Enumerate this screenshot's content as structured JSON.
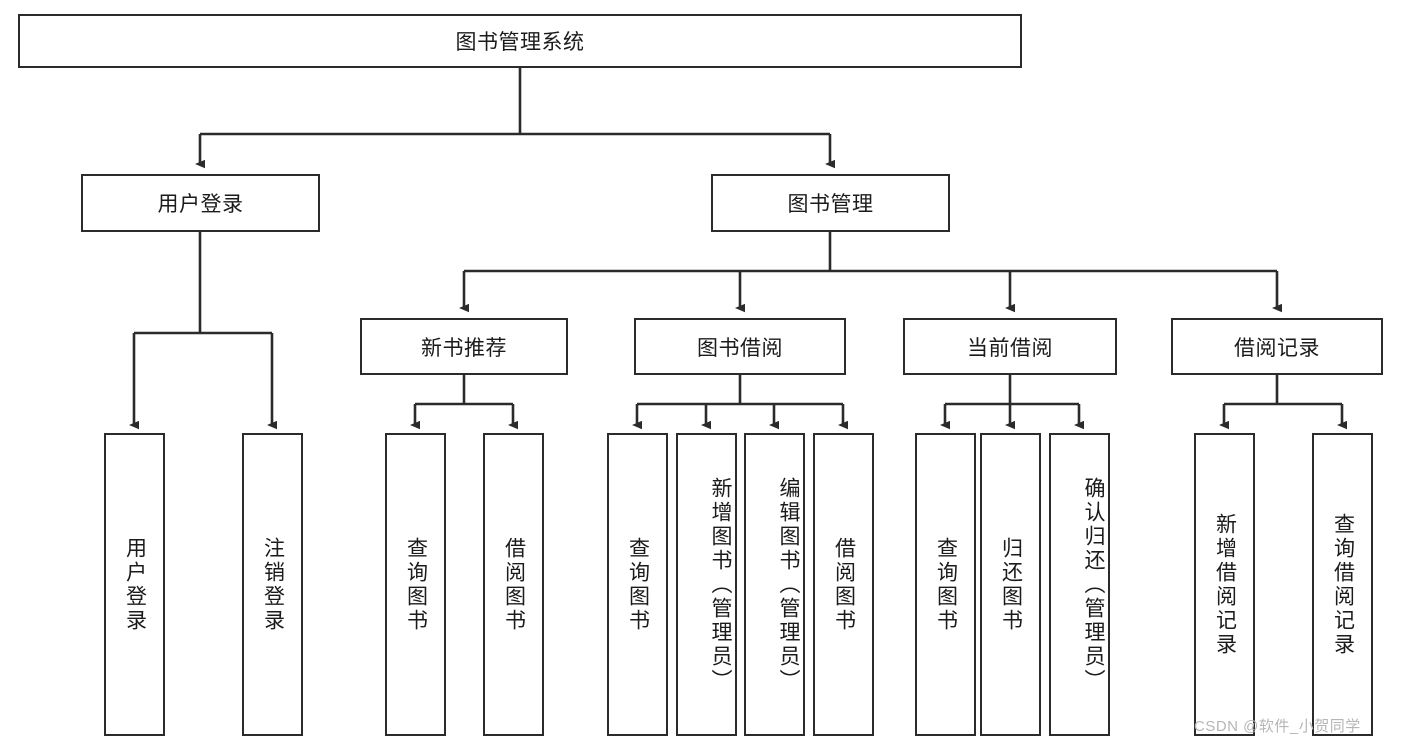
{
  "diagram": {
    "type": "tree-hierarchy",
    "title": "图书管理系统",
    "root": {
      "id": "root",
      "label": "图书管理系统"
    },
    "level2": [
      {
        "id": "user-login",
        "label": "用户登录"
      },
      {
        "id": "book-manage",
        "label": "图书管理"
      }
    ],
    "level3": [
      {
        "id": "new-book-recommend",
        "label": "新书推荐",
        "parent": "book-manage"
      },
      {
        "id": "book-borrow",
        "label": "图书借阅",
        "parent": "book-manage"
      },
      {
        "id": "current-borrow",
        "label": "当前借阅",
        "parent": "book-manage"
      },
      {
        "id": "borrow-record",
        "label": "借阅记录",
        "parent": "book-manage"
      }
    ],
    "leaves": [
      {
        "id": "leaf-user-login",
        "label": "用户登录",
        "parent": "user-login"
      },
      {
        "id": "leaf-logout",
        "label": "注销登录",
        "parent": "user-login"
      },
      {
        "id": "leaf-query-book-1",
        "label": "查询图书",
        "parent": "new-book-recommend"
      },
      {
        "id": "leaf-borrow-book-1",
        "label": "借阅图书",
        "parent": "new-book-recommend"
      },
      {
        "id": "leaf-query-book-2",
        "label": "查询图书",
        "parent": "book-borrow"
      },
      {
        "id": "leaf-add-book",
        "label": "新增图书（管理员）",
        "parent": "book-borrow"
      },
      {
        "id": "leaf-edit-book",
        "label": "编辑图书（管理员）",
        "parent": "book-borrow"
      },
      {
        "id": "leaf-borrow-book-2",
        "label": "借阅图书",
        "parent": "book-borrow"
      },
      {
        "id": "leaf-query-book-3",
        "label": "查询图书",
        "parent": "current-borrow"
      },
      {
        "id": "leaf-return-book",
        "label": "归还图书",
        "parent": "current-borrow"
      },
      {
        "id": "leaf-confirm-return",
        "label": "确认归还（管理员）",
        "parent": "current-borrow"
      },
      {
        "id": "leaf-add-record",
        "label": "新增借阅记录",
        "parent": "borrow-record"
      },
      {
        "id": "leaf-query-record",
        "label": "查询借阅记录",
        "parent": "borrow-record"
      }
    ],
    "watermark": "CSDN @软件_小贺同学",
    "colors": {
      "border": "#2b2b2b",
      "background": "#ffffff",
      "text": "#1b1b1b",
      "watermark": "#b6b6b6"
    }
  }
}
